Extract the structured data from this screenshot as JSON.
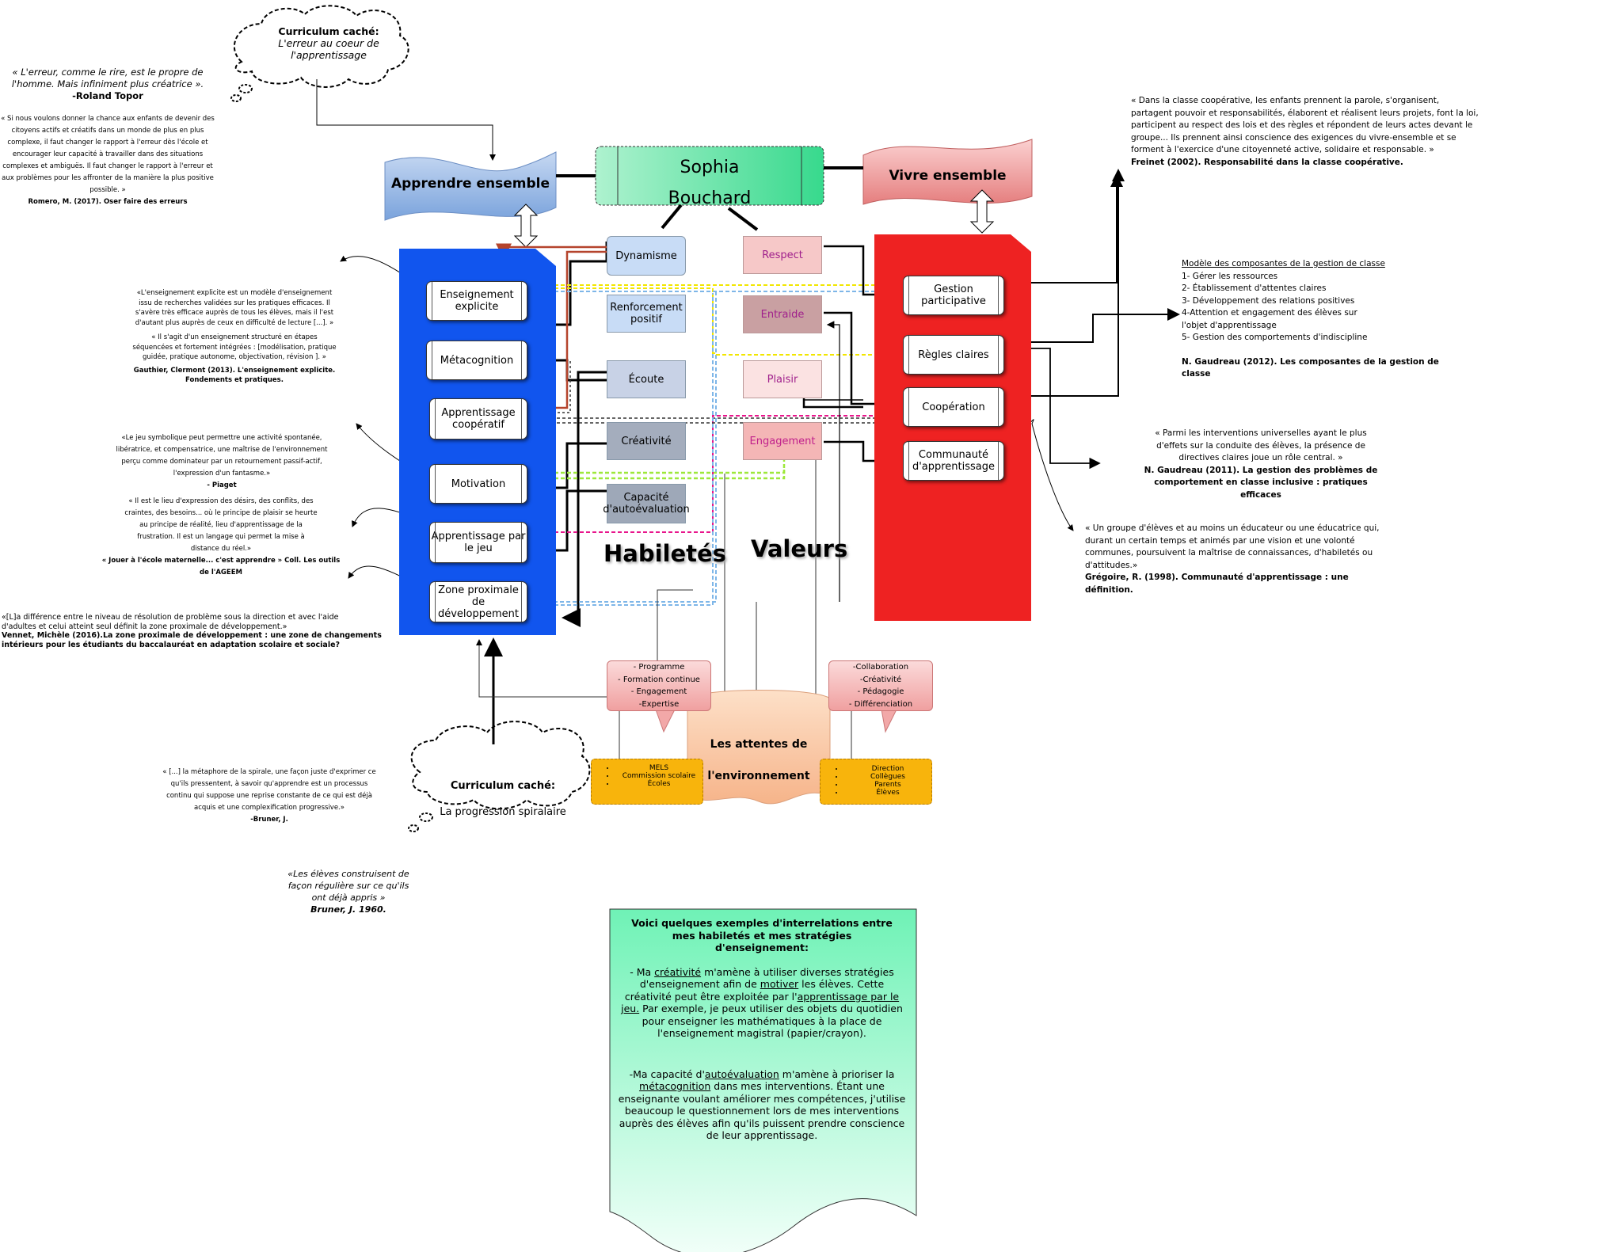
{
  "center": {
    "name_line1": "Sophia",
    "name_line2": "Bouchard"
  },
  "banners": {
    "left": "Apprendre ensemble",
    "right": "Vivre ensemble"
  },
  "cloud_top": {
    "title": "Curriculum caché:",
    "body_line1": "L'erreur au coeur de",
    "body_line2": "l'apprentissage"
  },
  "cloud_bottom": {
    "title": "Curriculum caché:",
    "body": "La progression spiralaire"
  },
  "left_items": [
    "Enseignement explicite",
    "Métacognition",
    "Apprentissage coopératif",
    "Motivation",
    "Apprentissage par le jeu",
    "Zone proximale de développement"
  ],
  "right_items": [
    "Gestion participative",
    "Règles claires",
    "Coopération",
    "Communauté d'apprentissage"
  ],
  "skills": [
    "Dynamisme",
    "Renforcement positif",
    "Écoute",
    "Créativité",
    "Capacité d'autoévaluation"
  ],
  "values": [
    "Respect",
    "Entraide",
    "Plaisir",
    "Engagement"
  ],
  "headings": {
    "skills": "Habiletés",
    "values": "Valeurs"
  },
  "environment": {
    "title_line1": "Les attentes de",
    "title_line2": "l'environnement",
    "callout_left": [
      "- Programme",
      "- Formation continue",
      "- Engagement",
      "-Expertise"
    ],
    "callout_right": [
      "-Collaboration",
      "-Créativité",
      "- Pédagogie",
      "- Différenciation"
    ],
    "list_left": [
      "MELS",
      "Commission scolaire",
      "Écoles"
    ],
    "list_right": [
      "Direction",
      "Collègues",
      "Parents",
      "Élèves"
    ]
  },
  "quotes_left": {
    "topor_text": "« L'erreur, comme le rire, est le propre de l'homme. Mais infiniment plus créatrice ».",
    "topor_author": "-Roland Topor",
    "romero_text": "« Si nous voulons donner la chance aux enfants de devenir des citoyens actifs et créatifs dans un monde de plus en plus complexe, il faut changer le rapport à l'erreur dès l'école et encourager leur capacité à travailler dans des situations complexes et ambiguës. Il faut changer le rapport à l'erreur et aux problèmes pour les affronter de la manière la plus positive possible. »",
    "romero_source": "Romero, M. (2017). Oser faire des erreurs",
    "gauthier_text1": "«L'enseignement explicite est un modèle d'enseignement issu de recherches validées sur les pratiques efficaces. Il s'avère très efficace auprès de tous les élèves, mais il l'est d'autant plus auprès de ceux en difficulté de lecture [...]. »",
    "gauthier_text2": "« Il s'agit d'un enseignement structuré en étapes séquencées et fortement intégrées : [modélisation, pratique guidée, pratique autonome, objectivation, révision ]. »",
    "gauthier_source": "Gauthier, Clermont (2013). L'enseignement explicite. Fondements et pratiques.",
    "piaget_text": "«Le jeu symbolique peut permettre une activité spontanée, libératrice, et compensatrice, une maîtrise de l'environnement perçu comme dominateur par un retournement passif-actif, l'expression d'un fantasme.»",
    "piaget_source": "- Piaget",
    "ageem_text": "« Il est le lieu d'expression des désirs, des conflits, des craintes, des besoins... où le principe de plaisir se heurte au principe de réalité, lieu d'apprentissage de la frustration. Il est un langage qui permet la mise à distance du réel.»",
    "ageem_source": "« Jouer à l'école maternelle... c'est apprendre » Coll. Les outils de l'AGEEM",
    "vennet_text": "«[L]a différence entre le niveau de résolution de problème sous la direction et avec l'aide d'adultes et celui atteint seul définit la zone proximale de développement.»",
    "vennet_source": "Vennet, Michèle (2016).La zone proximale de développement : une zone de changements intérieurs pour les étudiants du baccalauréat en adaptation scolaire et sociale?",
    "bruner1_text": "« [...] la métaphore de la spirale, une façon juste d'exprimer ce qu'ils pressentent, à savoir qu'apprendre est un processus continu qui suppose une reprise constante de ce qui est déjà acquis et une complexification progressive.»",
    "bruner1_source": "-Bruner, J.",
    "bruner2_text": "«Les élèves construisent de façon régulière sur ce qu'ils ont déjà appris »",
    "bruner2_source": "Bruner, J. 1960."
  },
  "quotes_right": {
    "freinet_text": "« Dans la classe coopérative, les enfants prennent la parole, s'organisent, partagent pouvoir et responsabilités, élaborent et réalisent leurs projets, font la loi, participent au respect des lois et des règles et répondent de leurs actes devant le groupe... Ils prennent ainsi conscience des exigences du vivre-ensemble et se forment à l'exercice d'une citoyenneté active, solidaire et responsable. »",
    "freinet_source": "Freinet (2002). Responsabilité dans la classe coopérative.",
    "gaudreau_title": "Modèle des composantes de la gestion de classe",
    "gaudreau_items": [
      "1- Gérer les ressources",
      "2- Établissement d'attentes claires",
      "3- Développement des relations positives",
      "4-Attention et engagement des élèves sur l'objet d'apprentissage",
      "5- Gestion des comportements d'indiscipline"
    ],
    "gaudreau_source": "N. Gaudreau (2012). Les composantes de la gestion de classe",
    "gaudreau2_text": "« Parmi les interventions universelles ayant le plus d'effets sur la conduite des élèves, la présence de directives claires joue un rôle central. »",
    "gaudreau2_source": "N. Gaudreau (2011). La gestion des problèmes de comportement en classe inclusive : pratiques efficaces",
    "gregoire_text": "« Un groupe d'élèves et au moins un éducateur ou une éducatrice qui, durant un certain temps et animés par une vision et une volonté communes, poursuivent la maîtrise de connaissances, d'habiletés ou d'attitudes.»",
    "gregoire_source": "Grégoire, R. (1998). Communauté d'apprentissage : une définition."
  },
  "examples": {
    "title": "Voici quelques exemples d'interrelations entre mes habiletés et mes stratégies d'enseignement:",
    "p1_a": "- Ma ",
    "p1_u1": "créativité",
    "p1_b": " m'amène à utiliser diverses stratégies d'enseignement afin de ",
    "p1_u2": "motiver",
    "p1_c": " les élèves. Cette créativité peut être exploitée par l'",
    "p1_u3": "apprentissage par le jeu.",
    "p1_d": " Par exemple,  je peux utiliser des objets du quotidien pour enseigner les mathématiques à la place de l'enseignement magistral (papier/crayon).",
    "p2_a": "-Ma capacité d'",
    "p2_u1": "autoévaluation",
    "p2_b": " m'amène à prioriser la ",
    "p2_u2": "métacognition",
    "p2_c": " dans mes interventions. Étant une enseignante voulant améliorer mes compétences, j'utilise beaucoup le questionnement lors de mes interventions auprès des élèves afin qu'ils puissent prendre conscience de leur apprentissage."
  }
}
